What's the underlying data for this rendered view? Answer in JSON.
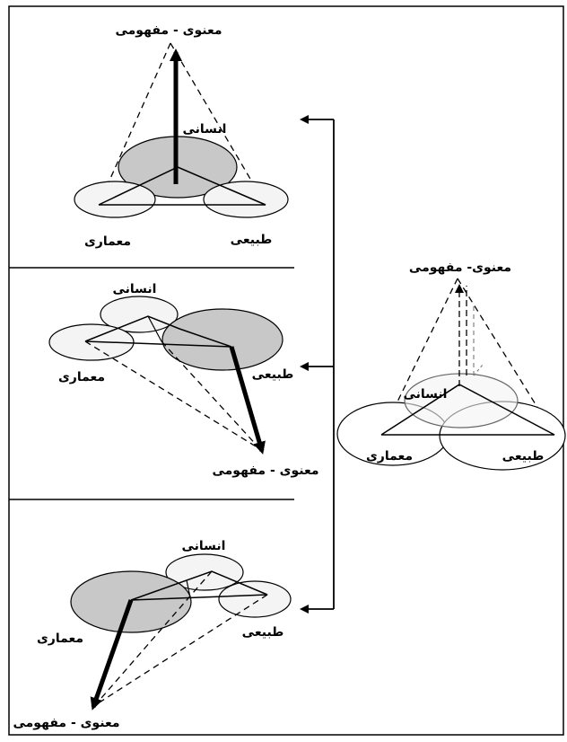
{
  "panels": {
    "top": {
      "apex": "معنوی - مفهومی",
      "human": "انسانی",
      "architectural": "معماری",
      "natural": "طبیعی"
    },
    "middle": {
      "human": "انسانی",
      "architectural": "معماری",
      "natural": "طبیعی",
      "apex": "معنوی - مفهومی"
    },
    "bottom": {
      "human": "انسانی",
      "architectural": "معماری",
      "natural": "طبیعی",
      "apex": "معنوی - مفهومی"
    },
    "right": {
      "apex": "معنوی- مفهومی",
      "human": "انسانی",
      "architectural": "معماری",
      "natural": "طبیعی"
    }
  },
  "colors": {
    "highlight_fill": "#c8c8c8",
    "light_fill": "#f4f4f4",
    "stroke": "#000000"
  }
}
